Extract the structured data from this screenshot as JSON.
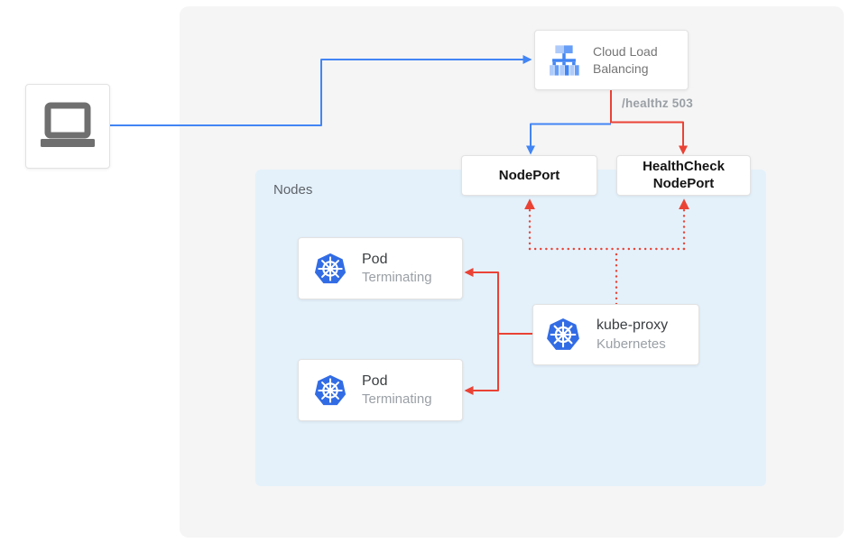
{
  "diagram": {
    "nodes_label": "Nodes",
    "healthz_label": "/healthz 503",
    "client": {
      "icon": "laptop-icon"
    },
    "cloud_load_balancing": {
      "label": "Cloud Load Balancing",
      "icon": "cloud-load-balancing-icon"
    },
    "nodeport": {
      "label": "NodePort"
    },
    "healthcheck_nodeport": {
      "label": "HealthCheck NodePort"
    },
    "pods": [
      {
        "title": "Pod",
        "status": "Terminating",
        "icon": "kubernetes-icon"
      },
      {
        "title": "Pod",
        "status": "Terminating",
        "icon": "kubernetes-icon"
      }
    ],
    "kube_proxy": {
      "title": "kube-proxy",
      "subtitle": "Kubernetes",
      "icon": "kubernetes-icon"
    },
    "colors": {
      "traffic_blue": "#4285f4",
      "health_red": "#ea4335",
      "kubernetes_blue": "#326ce5",
      "panel_background": "#f5f5f5",
      "nodes_background": "#e4f1fb",
      "muted_text": "#9aa0a6",
      "dark_text": "#3c4043"
    }
  }
}
